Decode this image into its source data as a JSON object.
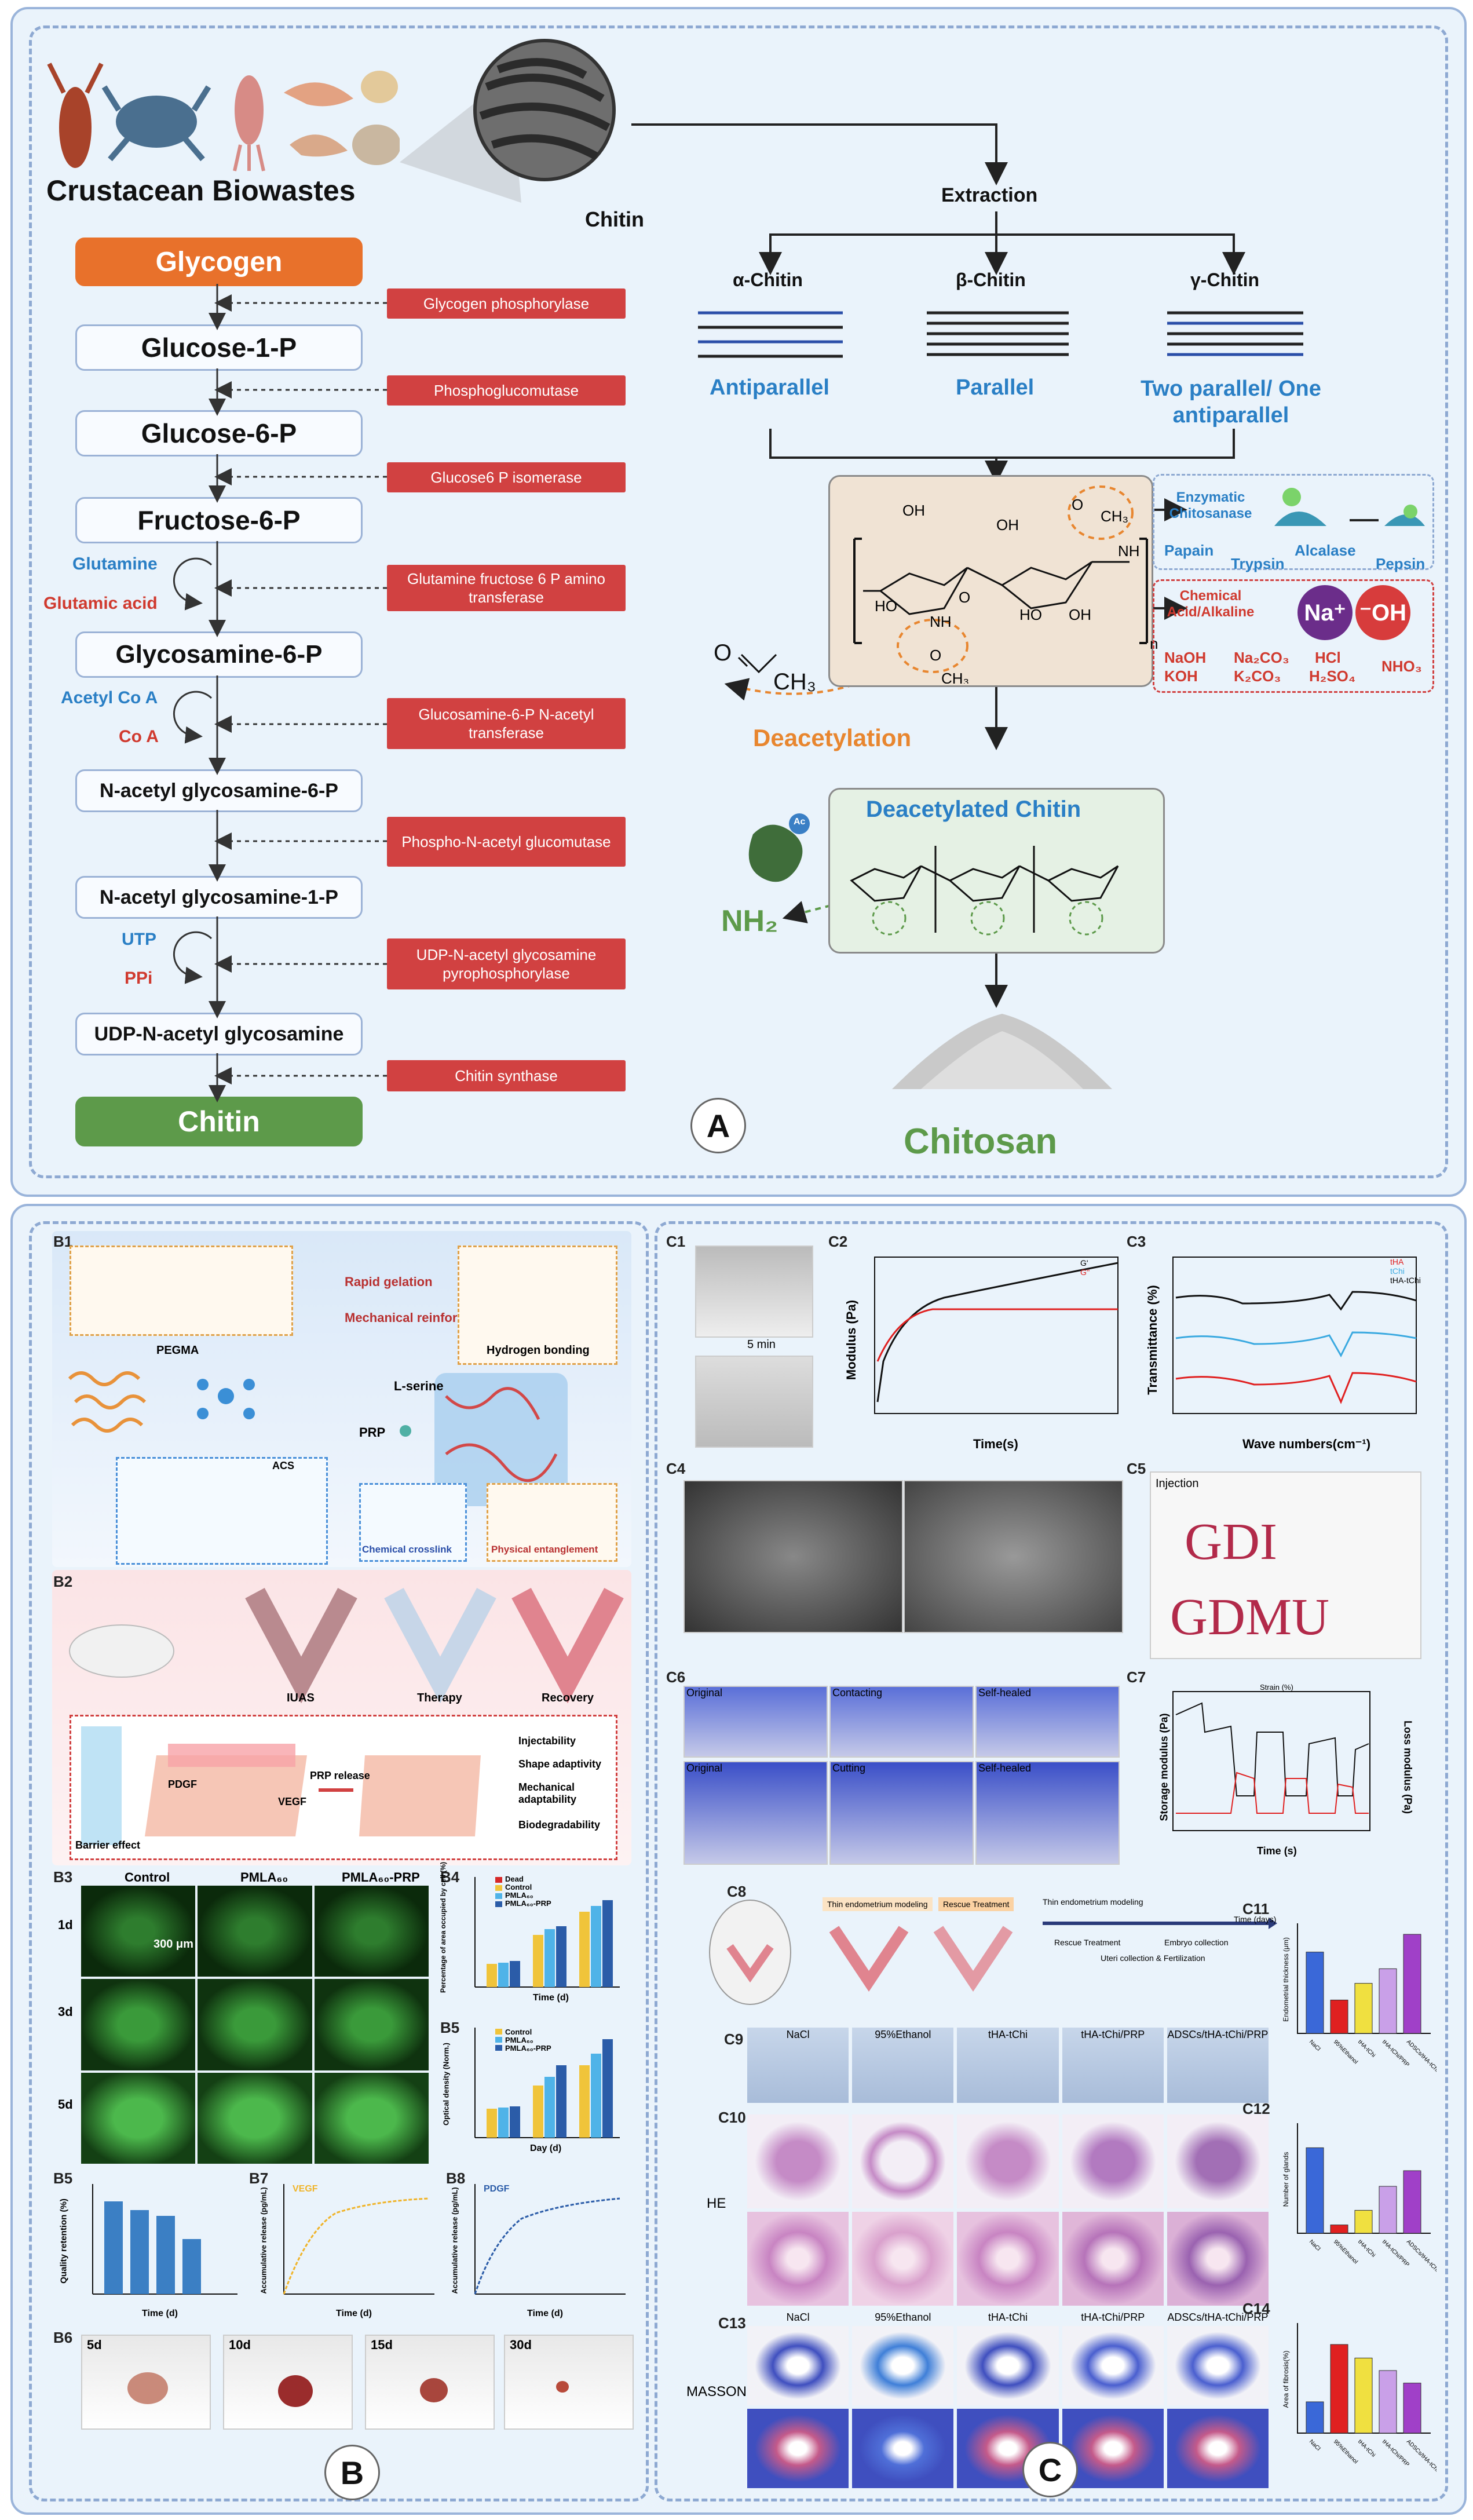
{
  "panelA": {
    "biowastes_label": "Crustacean Biowastes",
    "chitin_label": "Chitin",
    "extraction_label": "Extraction",
    "pathway": [
      "Glycogen",
      "Glucose-1-P",
      "Glucose-6-P",
      "Fructose-6-P",
      "Glycosamine-6-P",
      "N-acetyl glycosamine-6-P",
      "N-acetyl glycosamine-1-P",
      "UDP-N-acetyl glycosamine",
      "Chitin"
    ],
    "enzymes": [
      "Glycogen phosphorylase",
      "Phosphoglucomutase",
      "Glucose6 P isomerase",
      "Glutamine fructose 6 P amino transferase",
      "Glucosamine-6-P N-acetyl transferase",
      "Phospho-N-acetyl glucomutase",
      "UDP-N-acetyl glycosamine pyrophosphorylase",
      "Chitin synthase"
    ],
    "side_inputs": [
      {
        "in": "Glutamine",
        "out": "Glutamic acid"
      },
      {
        "in": "Acetyl Co A",
        "out": "Co A"
      },
      {
        "in": "UTP",
        "out": "PPi"
      }
    ],
    "forms": [
      {
        "name": "α-Chitin",
        "desc": "Antiparallel"
      },
      {
        "name": "β-Chitin",
        "desc": "Parallel"
      },
      {
        "name": "γ-Chitin",
        "desc": "Two parallel/ One antiparallel"
      }
    ],
    "enzymatic": {
      "title": "Enzymatic Chitosanase",
      "items": [
        "Papain",
        "Trypsin",
        "Alcalase",
        "Pepsin"
      ]
    },
    "chemical": {
      "title": "Chemical Acid/Alkaline",
      "items": [
        "NaOH",
        "KOH",
        "Na₂CO₃",
        "K₂CO₃",
        "HCl",
        "H₂SO₄",
        "NHO₃"
      ],
      "na": "Na⁺",
      "oh": "⁻OH"
    },
    "deacetylation_label": "Deacetylation",
    "deacetylated_title": "Deacetylated Chitin",
    "nh2_label": "NH₂",
    "ac_label": "Ac",
    "chitosan_label": "Chitosan",
    "letter": "A",
    "struct_labels": {
      "oh": "OH",
      "ho": "HO",
      "o": "O",
      "nh": "NH",
      "ch3": "CH₃",
      "n": "n"
    }
  },
  "panelB": {
    "letter": "B",
    "b1": {
      "tag": "B1",
      "pegma": "PEGMA",
      "acs": "ACS",
      "lserine": "L-serine",
      "prp": "PRP",
      "rapid": "Rapid gelation",
      "mech": "Mechanical reinforcement",
      "hbond": "Hydrogen bonding",
      "crosslink": "Chemical crosslink",
      "entangle": "Physical entanglement"
    },
    "b2": {
      "tag": "B2",
      "stages": [
        "IUAS",
        "Therapy",
        "Recovery"
      ],
      "barrier": "Barrier effect",
      "prp_release": "PRP release",
      "pdgf": "PDGF",
      "vegf": "VEGF",
      "features": [
        "Injectability",
        "Shape adaptivity",
        "Mechanical adaptability",
        "Biodegradability"
      ]
    },
    "b3": {
      "tag": "B3",
      "cols": [
        "Control",
        "PMLA₆₀",
        "PMLA₆₀-PRP"
      ],
      "rows": [
        "1d",
        "3d",
        "5d"
      ],
      "scale": "300 μm"
    },
    "b4": {
      "tag": "B4",
      "ylabel": "Percentage of area occupied by cell (%)",
      "xlabel": "Time (d)",
      "legend": [
        "Dead",
        "Control",
        "PMLA₆₀",
        "PMLA₆₀-PRP"
      ]
    },
    "b5a": {
      "tag": "B5",
      "ylabel": "Optical density (Norm.)",
      "xlabel": "Day (d)",
      "legend": [
        "Control",
        "PMLA₆₀",
        "PMLA₆₀-PRP"
      ]
    },
    "b5b": {
      "tag": "B5",
      "ylabel": "Quality retention (%)",
      "xlabel": "Time (d)"
    },
    "b7": {
      "tag": "B7",
      "title": "VEGF",
      "ylabel": "Accumulative release (pg/mL)",
      "xlabel": "Time (d)"
    },
    "b8": {
      "tag": "B8",
      "title": "PDGF",
      "ylabel": "Accumulative release (pg/mL)",
      "xlabel": "Time (d)"
    },
    "b6": {
      "tag": "B6",
      "days": [
        "5d",
        "10d",
        "15d",
        "30d"
      ]
    }
  },
  "panelC": {
    "letter": "C",
    "c1": {
      "tag": "C1",
      "time": "5 min"
    },
    "c2": {
      "tag": "C2",
      "ylabel": "Modulus (Pa)",
      "xlabel": "Time(s)",
      "legend": [
        "G'",
        "G''"
      ]
    },
    "c3": {
      "tag": "C3",
      "ylabel": "Transmittance (%)",
      "xlabel": "Wave numbers(cm⁻¹)",
      "legend": [
        "tHA",
        "tChi",
        "tHA-tChi"
      ]
    },
    "c4": {
      "tag": "C4"
    },
    "c5": {
      "tag": "C5",
      "injection": "Injection",
      "text1": "GDI",
      "text2": "GDMU"
    },
    "c6": {
      "tag": "C6",
      "top": [
        "Original",
        "Contacting",
        "Self-healed"
      ],
      "bottom": [
        "Original",
        "Cutting",
        "Self-healed"
      ]
    },
    "c7": {
      "tag": "C7",
      "ylabel": "Storage modulus (Pa)",
      "ylabel2": "Loss modulus (Pa)",
      "xlabel": "Time (s)",
      "strain": "Strain (%)"
    },
    "c8": {
      "tag": "C8",
      "steps": [
        "Thin endometrium modeling",
        "Rescue Treatment"
      ],
      "timeline": [
        "Thin endometrium modeling",
        "Rescue Treatment",
        "Embryo collection",
        "Uteri collection & Fertilization"
      ],
      "time": "Time (days)"
    },
    "groups": [
      "NaCl",
      "95%Ethanol",
      "tHA-tChi",
      "tHA-tChi/PRP",
      "ADSCs/tHA-tChi/PRP"
    ],
    "c9": {
      "tag": "C9"
    },
    "c10": {
      "tag": "C10",
      "stain": "HE"
    },
    "c13": {
      "tag": "C13",
      "stain": "MASSON"
    },
    "c11": {
      "tag": "C11",
      "ylabel": "Endometrial thickness (μm)",
      "values": [
        0.78,
        0.32,
        0.48,
        0.62,
        0.95
      ]
    },
    "c12": {
      "tag": "C12",
      "ylabel": "Number of glands",
      "values": [
        0.82,
        0.08,
        0.22,
        0.45,
        0.6
      ]
    },
    "c14": {
      "tag": "C14",
      "ylabel": "Area of fibrosis(%)",
      "values": [
        0.3,
        0.85,
        0.72,
        0.6,
        0.48
      ]
    }
  }
}
